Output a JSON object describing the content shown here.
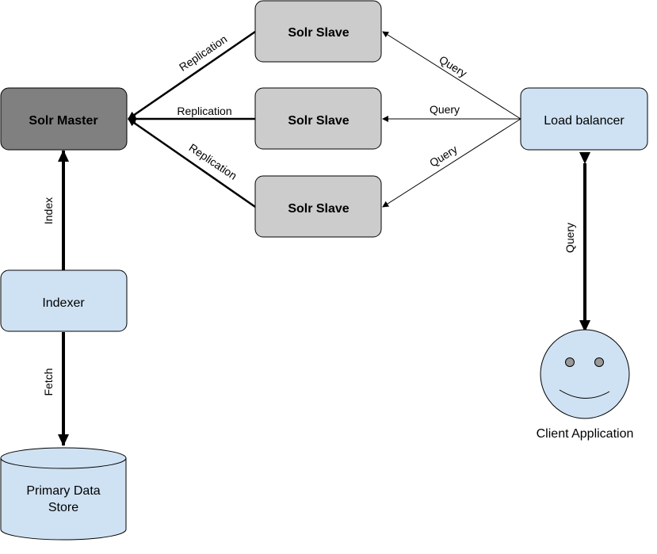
{
  "nodes": {
    "master": "Solr Master",
    "slave_top": "Solr Slave",
    "slave_mid": "Solr Slave",
    "slave_bot": "Solr Slave",
    "load_balancer": "Load balancer",
    "indexer": "Indexer",
    "datastore_line1": "Primary Data",
    "datastore_line2": "Store",
    "client": "Client Application"
  },
  "edges": {
    "replication_top": "Replication",
    "replication_mid": "Replication",
    "replication_bot": "Replication",
    "query_top": "Query",
    "query_mid": "Query",
    "query_bot": "Query",
    "query_client": "Query",
    "index": "Index",
    "fetch": "Fetch"
  },
  "colors": {
    "master_fill": "#808080",
    "slave_fill": "#cccccc",
    "light_fill": "#cfe2f3",
    "stroke": "#000000"
  }
}
